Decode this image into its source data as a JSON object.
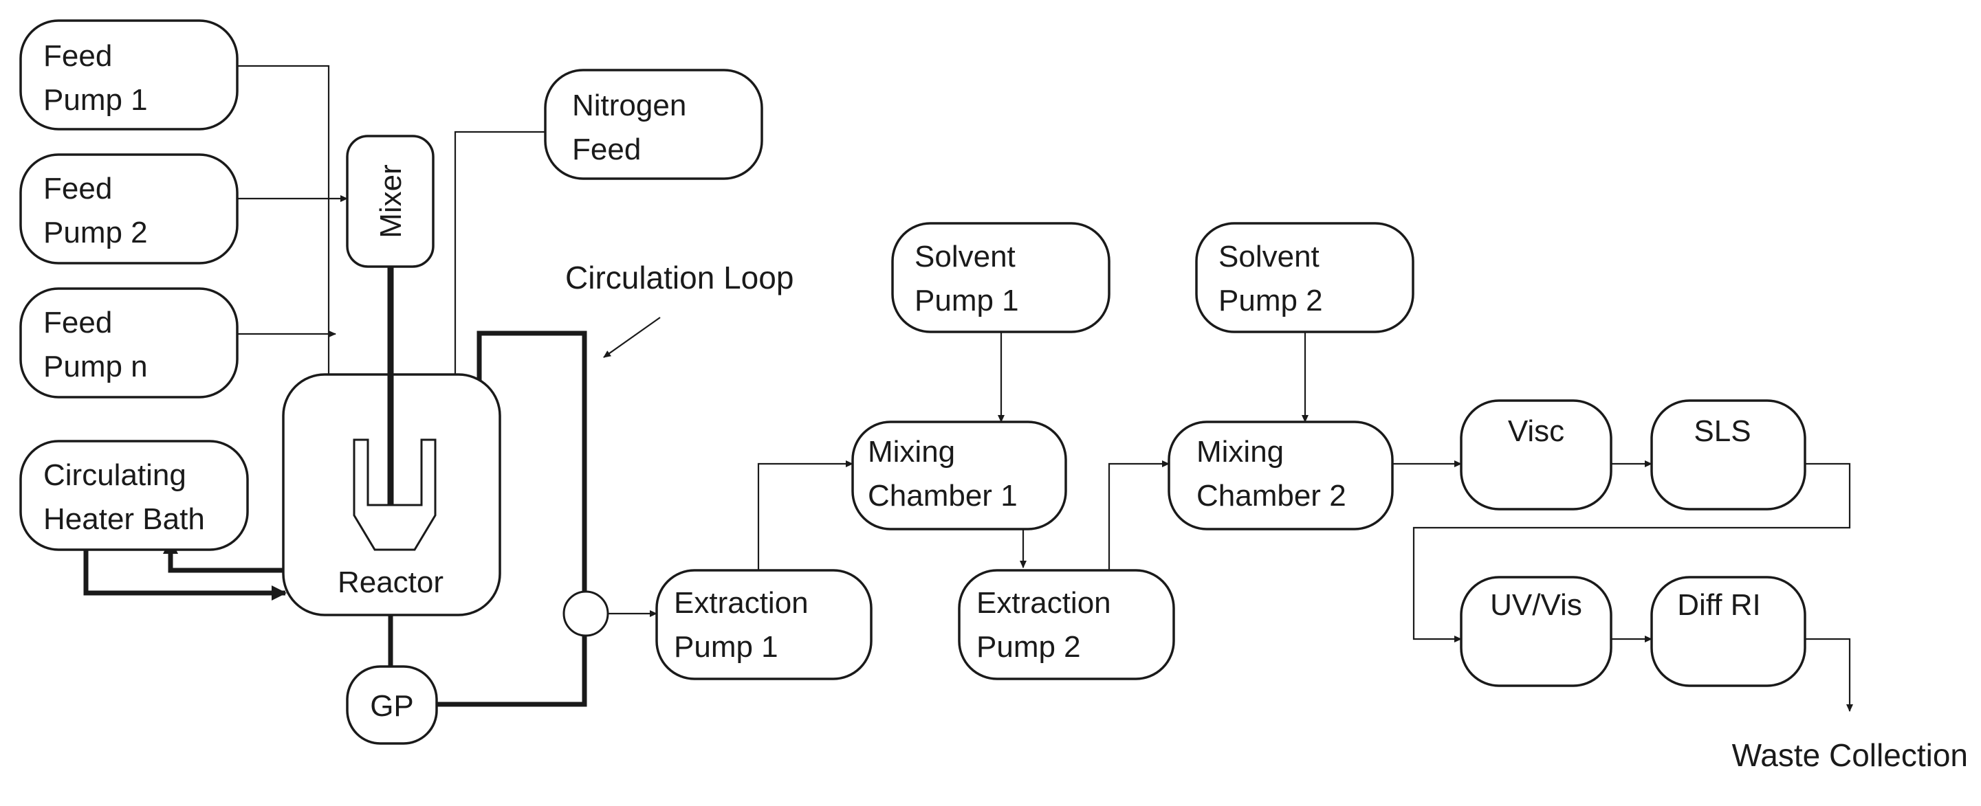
{
  "diagram": {
    "nodes": {
      "feed_pump_1": [
        "Feed",
        "Pump 1"
      ],
      "feed_pump_2": [
        "Feed",
        "Pump 2"
      ],
      "feed_pump_n": [
        "Feed",
        "Pump n"
      ],
      "circulating_heater_bath": [
        "Circulating",
        "Heater Bath"
      ],
      "mixer": "Mixer",
      "nitrogen_feed": [
        "Nitrogen",
        "Feed"
      ],
      "reactor": "Reactor",
      "gp": "GP",
      "extraction_pump_1": [
        "Extraction",
        "Pump 1"
      ],
      "solvent_pump_1": [
        "Solvent",
        "Pump 1"
      ],
      "mixing_chamber_1": [
        "Mixing",
        "Chamber 1"
      ],
      "extraction_pump_2": [
        "Extraction",
        "Pump 2"
      ],
      "solvent_pump_2": [
        "Solvent",
        "Pump 2"
      ],
      "mixing_chamber_2": [
        "Mixing",
        "Chamber 2"
      ],
      "visc": "Visc",
      "sls": "SLS",
      "uv_vis": "UV/Vis",
      "diff_ri": "Diff RI"
    },
    "labels": {
      "circulation_loop": "Circulation Loop",
      "waste_collection": "Waste Collection"
    },
    "edges": [
      {
        "from": "feed_pump_1",
        "to": "reactor"
      },
      {
        "from": "feed_pump_2",
        "to": "mixer"
      },
      {
        "from": "feed_pump_n",
        "to": "reactor"
      },
      {
        "from": "nitrogen_feed",
        "to": "reactor"
      },
      {
        "from": "mixer",
        "to": "reactor"
      },
      {
        "from": "reactor",
        "to": "circulating_heater_bath"
      },
      {
        "from": "circulating_heater_bath",
        "to": "reactor"
      },
      {
        "from": "reactor",
        "to": "gp"
      },
      {
        "from": "gp",
        "to": "reactor",
        "via": "circulation_loop"
      },
      {
        "from": "circulation_loop",
        "to": "extraction_pump_1"
      },
      {
        "from": "extraction_pump_1",
        "to": "mixing_chamber_1"
      },
      {
        "from": "solvent_pump_1",
        "to": "mixing_chamber_1"
      },
      {
        "from": "mixing_chamber_1",
        "to": "extraction_pump_2"
      },
      {
        "from": "extraction_pump_2",
        "to": "mixing_chamber_2"
      },
      {
        "from": "solvent_pump_2",
        "to": "mixing_chamber_2"
      },
      {
        "from": "mixing_chamber_2",
        "to": "visc"
      },
      {
        "from": "visc",
        "to": "sls"
      },
      {
        "from": "sls",
        "to": "uv_vis"
      },
      {
        "from": "uv_vis",
        "to": "diff_ri"
      },
      {
        "from": "diff_ri",
        "to": "waste_collection"
      }
    ]
  }
}
